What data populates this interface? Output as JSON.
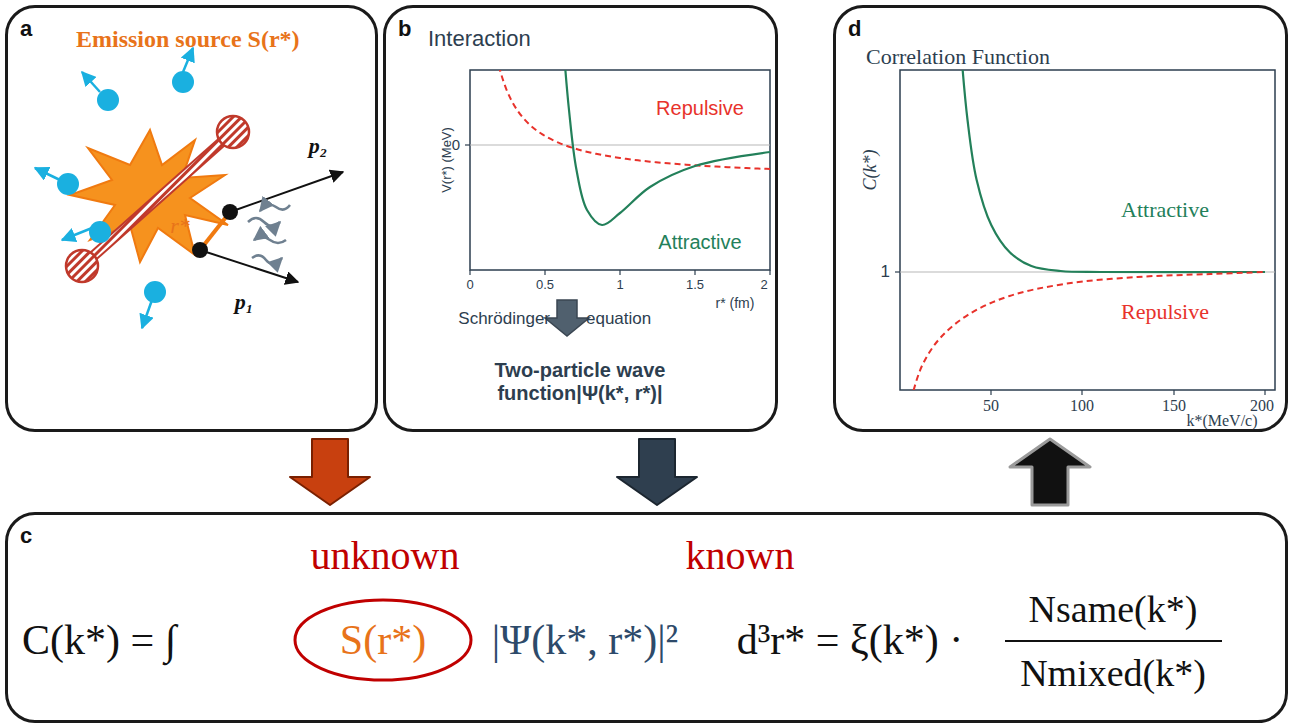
{
  "diagram": {
    "nodes": [
      {
        "text": [
          "a",
          "Emission source S(r*)"
        ]
      },
      {
        "text": [
          "b",
          "Interaction"
        ]
      },
      {
        "text": [
          "d",
          "Correlation Function"
        ]
      },
      {
        "text": [
          "c"
        ]
      }
    ],
    "edges": [
      {
        "from": 0,
        "to": 3,
        "arrow": "to"
      },
      {
        "from": 1,
        "to": 3,
        "arrow": "to"
      },
      {
        "from": 3,
        "to": 2,
        "arrow": "to"
      }
    ],
    "labels": [
      "r*",
      "p₂",
      "p₁",
      "V(r*) (MeV)",
      "0",
      "Repulsive",
      "Attractive",
      "0",
      "0.5",
      "1",
      "1.5",
      "2",
      "r* (fm)",
      "Schrödinger",
      "equation",
      "Two-particle wave function|Ψ(k*, r*)|",
      "C(k*)",
      "1",
      "Attractive",
      "Repulsive",
      "50",
      "100",
      "150",
      "200",
      "k*(MeV/c)",
      "unknown",
      "known",
      "C(k*) = ∫",
      "S(r*)",
      "|Ψ(k*, r*)|²",
      "d³r* = ξ(k*) ·",
      "Nsame(k*)",
      "Nmixed(k*)"
    ]
  }
}
